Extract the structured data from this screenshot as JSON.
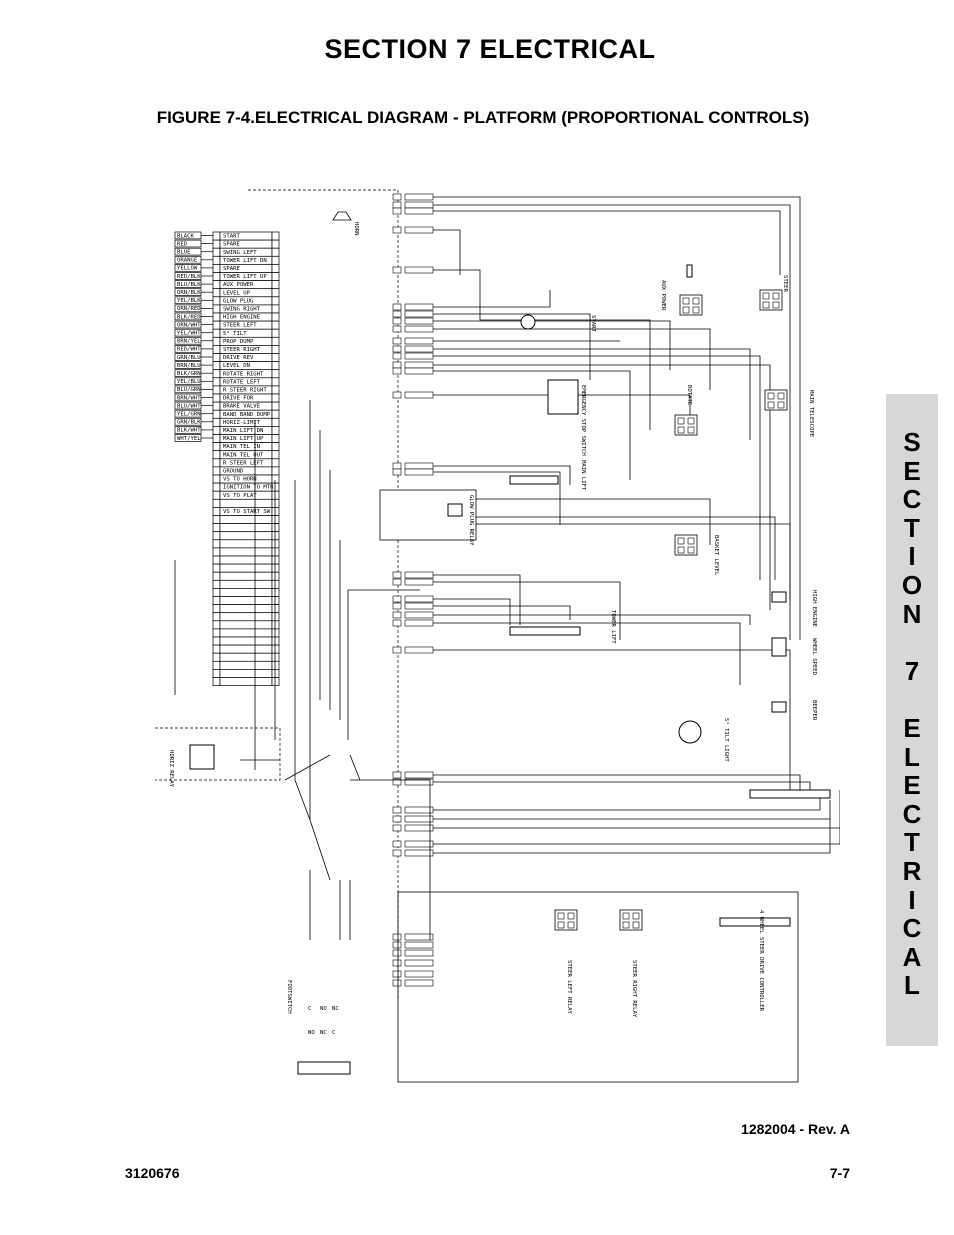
{
  "header": {
    "section_title": "SECTION 7    ELECTRICAL",
    "figure_title": "FIGURE 7-4.ELECTRICAL DIAGRAM - PLATFORM (PROPORTIONAL CONTROLS)"
  },
  "side_tab": {
    "letters": [
      "S",
      "E",
      "C",
      "T",
      "I",
      "O",
      "N",
      "",
      "7",
      "",
      "E",
      "L",
      "E",
      "C",
      "T",
      "R",
      "I",
      "C",
      "A",
      "L"
    ]
  },
  "diagram": {
    "wire_colors": [
      "BLACK",
      "RED",
      "BLUE",
      "ORANGE",
      "YELLOW",
      "RED/BLK",
      "BLU/BLK",
      "ORN/BLK",
      "YEL/BLK",
      "ORN/RED",
      "BLK/RED",
      "ORN/WHT",
      "YEL/WHT",
      "BRN/YEL",
      "RED/WHT",
      "GRN/BLU",
      "BRN/BLU",
      "BLK/GRN",
      "YEL/BLU",
      "BLU/GRN",
      "BRN/WHT",
      "BLU/WHT",
      "YEL/GRN",
      "GRN/BLK",
      "BLK/WHT",
      "WHT/YEL"
    ],
    "functions": [
      "START",
      "SPARE",
      "SWING LEFT",
      "TOWER LIFT DN",
      "SPARE",
      "TOWER LIFT UP",
      "AUX POWER",
      "LEVEL UP",
      "GLOW PLUG",
      "SWING RIGHT",
      "HIGH ENGINE",
      "STEER LEFT",
      "5° TILT",
      "PROP DUMP",
      "STEER RIGHT",
      "DRIVE REV",
      "LEVEL DN",
      "ROTATE RIGHT",
      "ROTATE LEFT",
      "R STEER RIGHT",
      "DRIVE FOR",
      "BRAKE VALVE",
      "BAND BAND DUMP",
      "HORIZ-LIMIT",
      "MAIN LIFT DN",
      "MAIN LIFT UP",
      "MAIN TEL IN",
      "MAIN TEL OUT",
      "R STEER LEFT",
      "GROUND",
      "VS TO HORN",
      "IGNITION TO MTR",
      "VS TO PLAT",
      "",
      "VS TO START SW"
    ],
    "components": {
      "horn": "HORN",
      "start": "START",
      "aux_power": "AUX POWER",
      "emergency_stop": "EMERGENCY STOP SWITCH",
      "rotate": "ROTATE",
      "steer": "STEER",
      "main_telescope": "MAIN TELESCOPE",
      "main_lift": "MAIN LIFT",
      "glow_plug": "GLOW PLUG RELAY",
      "basket_level": "BASKET LEVEL",
      "high_engine": "HIGH ENGINE",
      "tower_lift": "TOWER LIFT",
      "wheel_speed": "WHEEL SPEED",
      "beeper": "BEEPER",
      "tilt_light": "5° TILT LIGHT",
      "drive": "DRIVE",
      "horiz_relay": "HORIZ RELAY",
      "footswitch": "FOOTSWITCH",
      "steer_left_relay": "STEER LEFT RELAY",
      "steer_right_relay": "STEER RIGHT RELAY",
      "four_wheel": "4 WHEEL STEER DRIVE CONTROLLER"
    },
    "footswitch_contacts": [
      "C",
      "NO",
      "NC",
      "NO",
      "NC",
      "C"
    ]
  },
  "footer": {
    "revision": "1282004 - Rev. A",
    "doc_number": "3120676",
    "page_number": "7-7"
  }
}
